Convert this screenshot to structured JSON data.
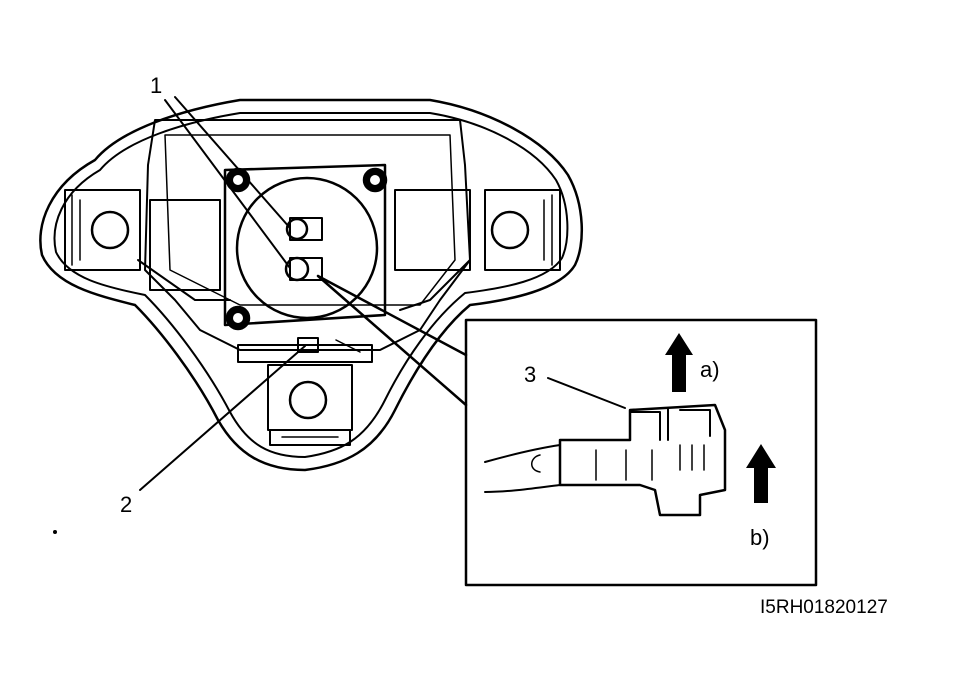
{
  "callouts": {
    "item1": "1",
    "item2": "2",
    "item3": "3",
    "arrow_a": "a)",
    "arrow_b": "b)"
  },
  "figure_code": "I5RH01820127",
  "icons": {
    "arrow_a": "up-arrow-icon",
    "arrow_b": "up-arrow-icon"
  },
  "colors": {
    "line": "#000000",
    "background": "#ffffff"
  }
}
